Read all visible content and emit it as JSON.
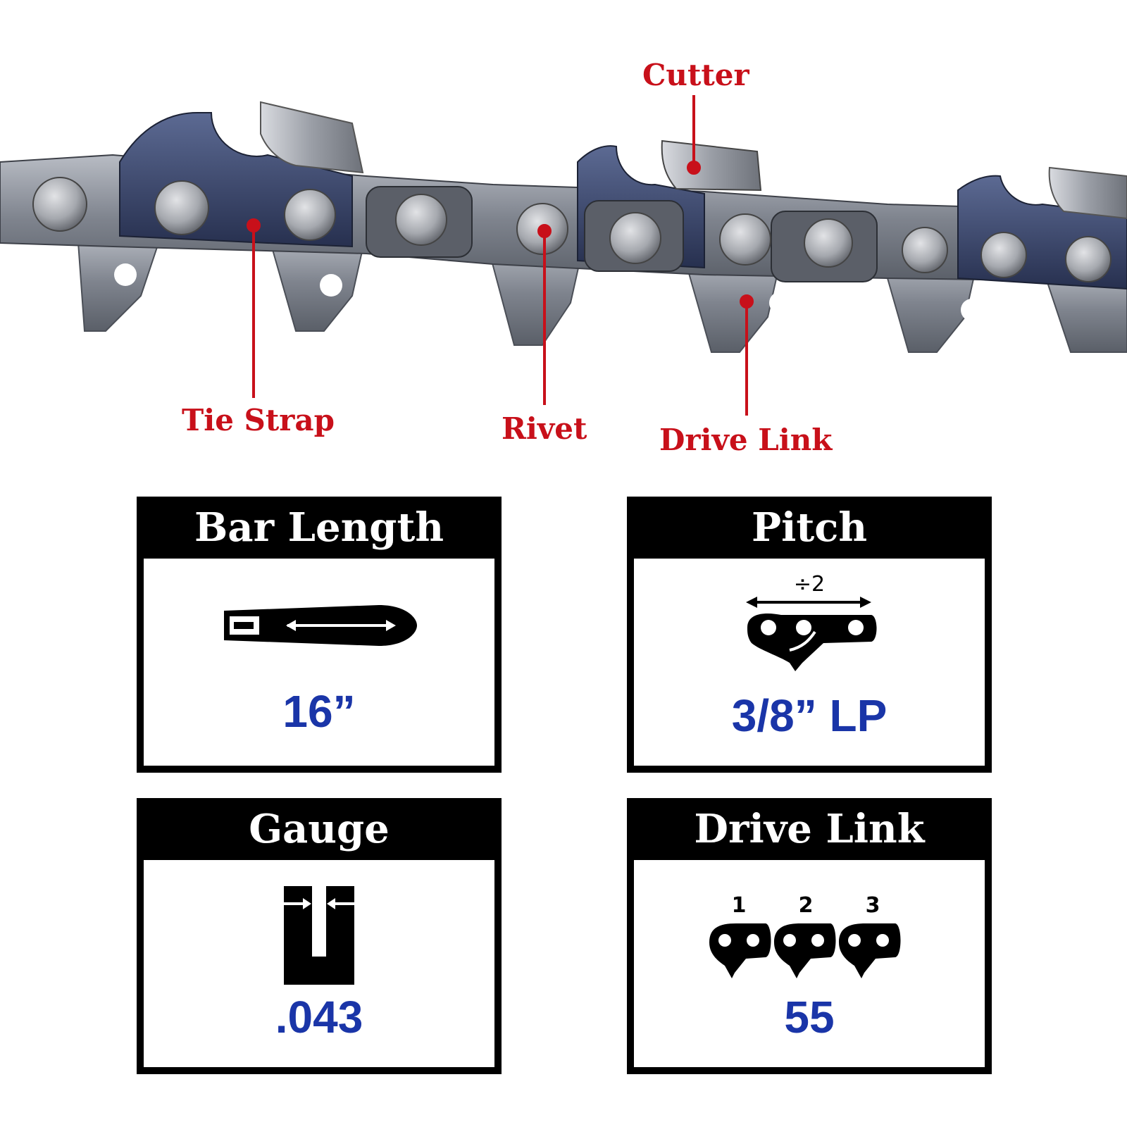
{
  "callouts": {
    "cutter": "Cutter",
    "tie_strap": "Tie Strap",
    "rivet": "Rivet",
    "drive_link": "Drive Link"
  },
  "specs": {
    "bar_length": {
      "title": "Bar Length",
      "value": "16”",
      "icon": "guide-bar-icon"
    },
    "pitch": {
      "title": "Pitch",
      "value": "3/8” LP",
      "icon_label": "÷2",
      "icon": "pitch-chain-icon"
    },
    "gauge": {
      "title": "Gauge",
      "value": ".043",
      "icon": "gauge-groove-icon"
    },
    "drive_link": {
      "title": "Drive Link",
      "value": "55",
      "icon_labels": [
        "1",
        "2",
        "3"
      ],
      "icon": "drive-links-icon"
    }
  },
  "colors": {
    "callout_red": "#c8101a",
    "value_blue": "#1a35a8",
    "card_black": "#000000"
  }
}
